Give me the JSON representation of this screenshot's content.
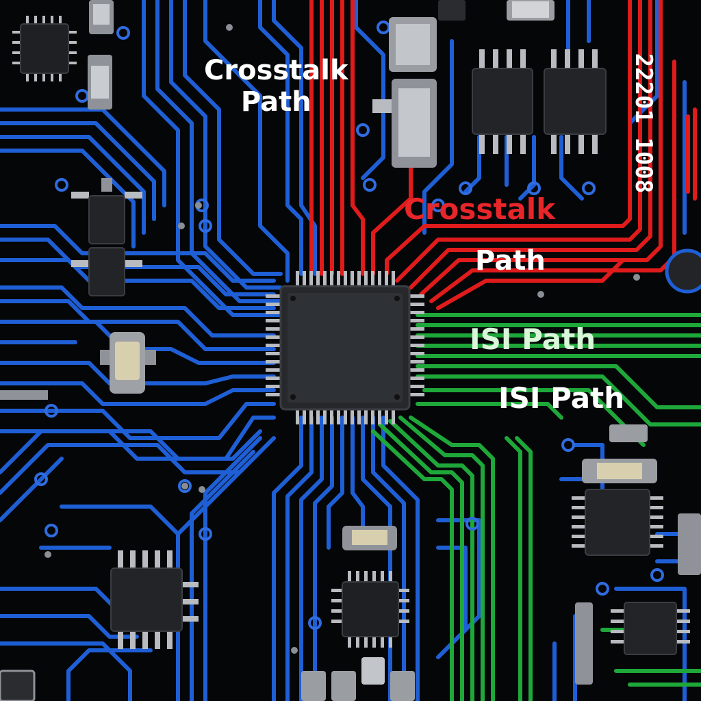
{
  "labels": {
    "blue_line1": "Crosstalk",
    "blue_line2": "Path",
    "red_line1": "Crosstalk",
    "red_line2": "Path",
    "green_line1": "ISI Path",
    "green_line2": "ISI Path",
    "code": "22201 1008"
  },
  "colors": {
    "board": "#050608",
    "blue_trace": "#1f5fd6",
    "red_trace": "#e01b1b",
    "green_trace": "#1fa83a",
    "label_white": "#ffffff",
    "label_red": "#e8262a",
    "label_green": "#d9f7d9",
    "chip_body": "#2a2c30",
    "chip_pin": "#b8bcc0"
  },
  "icons": [
    "microcontroller-chip-icon",
    "ic-chip-icon",
    "smd-component-icon",
    "via-hole-icon"
  ]
}
